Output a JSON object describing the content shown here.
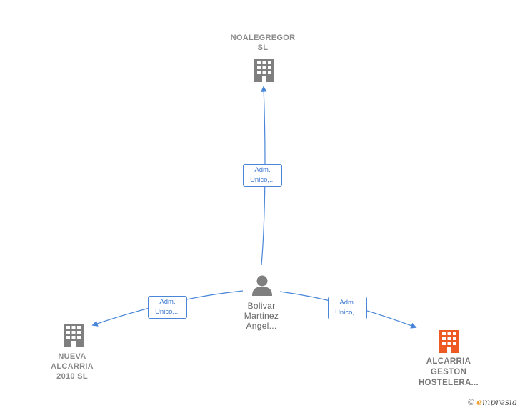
{
  "nodes": {
    "top": {
      "label_line1": "NOALEGREGOR",
      "label_line2": "SL",
      "icon": "building-icon",
      "color": "#7f7f7f"
    },
    "left": {
      "label_line1": "NUEVA",
      "label_line2": "ALCARRIA",
      "label_line3": "2010 SL",
      "icon": "building-icon",
      "color": "#7f7f7f"
    },
    "right": {
      "label_line1": "ALCARRIA",
      "label_line2": "GESTON",
      "label_line3": "HOSTELERA...",
      "icon": "building-icon",
      "color": "#ee5a24"
    },
    "center": {
      "label_line1": "Bolivar",
      "label_line2": "Martinez",
      "label_line3": "Angel...",
      "icon": "person-icon",
      "color": "#7f7f7f"
    }
  },
  "edges": {
    "top": {
      "line1": "Adm.",
      "line2": "Unico,..."
    },
    "left": {
      "line1": "Adm.",
      "line2": "Unico,..."
    },
    "right": {
      "line1": "Adm.",
      "line2": "Unico,..."
    }
  },
  "colors": {
    "edge": "#4a86d8"
  },
  "footer": {
    "copyright": "©",
    "brand_initial": "e",
    "brand_rest": "mpresia"
  }
}
